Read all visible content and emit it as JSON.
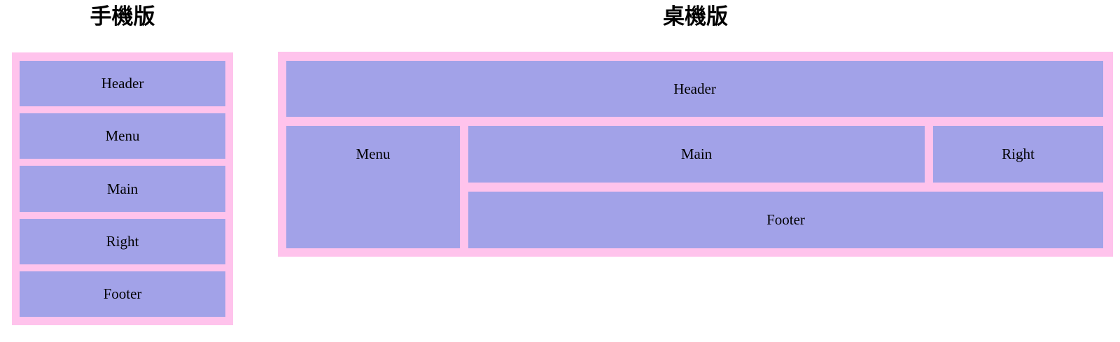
{
  "colors": {
    "container_pink": "#ffc3ec",
    "box_purple": "#a2a2e8",
    "label_text": "#000000"
  },
  "mobile": {
    "title": "手機版",
    "boxes": [
      "Header",
      "Menu",
      "Main",
      "Right",
      "Footer"
    ]
  },
  "desktop": {
    "title": "桌機版",
    "areas": {
      "header": "Header",
      "menu": "Menu",
      "main": "Main",
      "right": "Right",
      "footer": "Footer"
    }
  }
}
